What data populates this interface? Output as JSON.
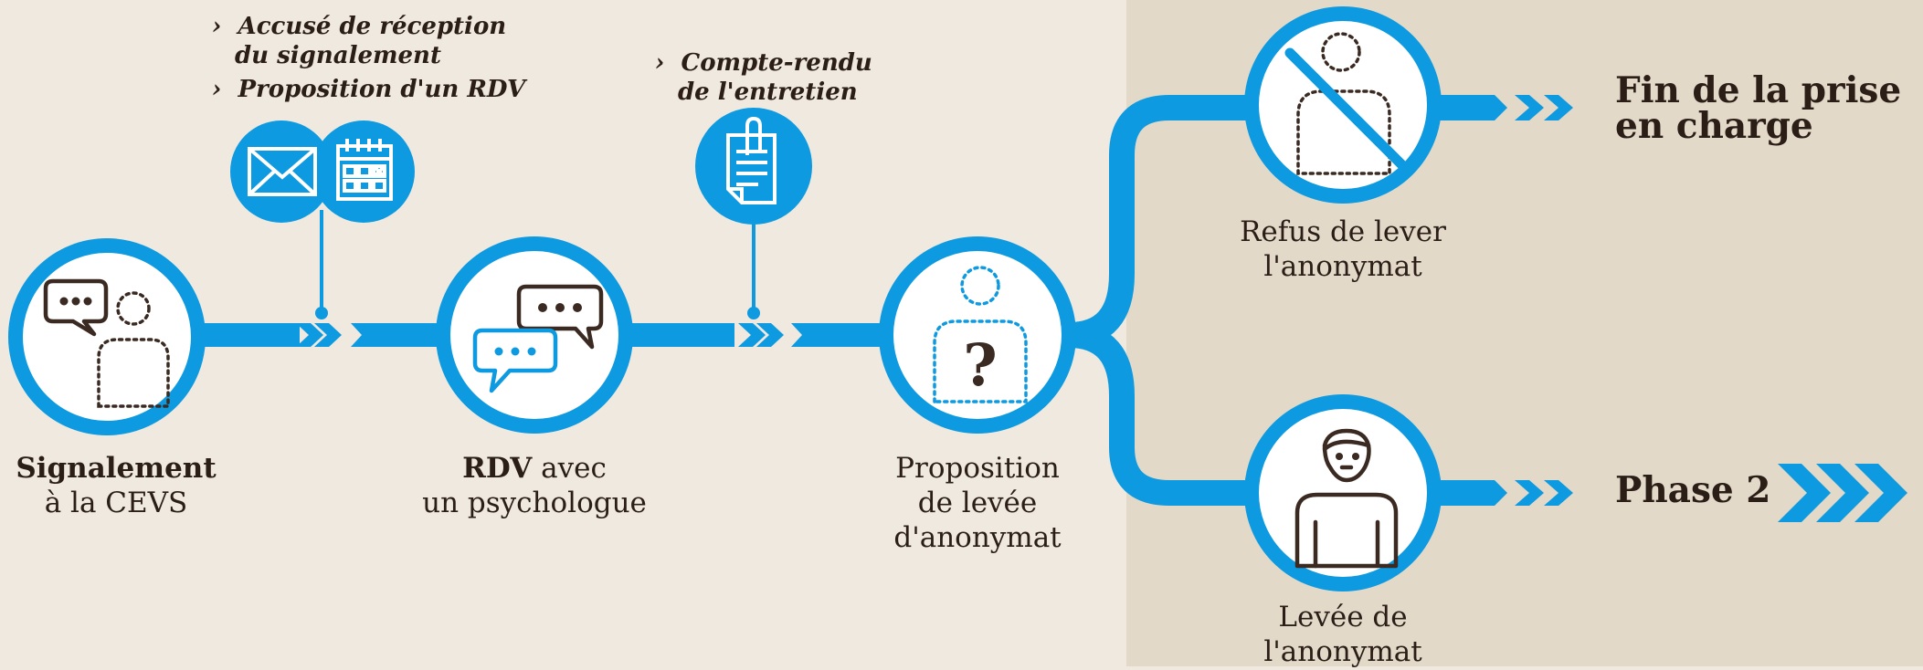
{
  "notes": {
    "n1": {
      "line1": "Accusé de réception",
      "line2": "du signalement"
    },
    "n2": "Proposition d'un RDV",
    "n3": {
      "line1": "Compte-rendu",
      "line2": "de l'entretien"
    }
  },
  "steps": {
    "signalement": {
      "bold": "Signalement",
      "rest": "à la CEVS"
    },
    "rdv": {
      "bold": "RDV",
      "after_bold": " avec",
      "line2": "un psychologue"
    },
    "proposition": {
      "line1": "Proposition",
      "line2": "de levée",
      "line3": "d'anonymat"
    },
    "refus": {
      "line1": "Refus de lever",
      "line2": "l'anonymat"
    },
    "levee": {
      "line1": "Levée de",
      "line2": "l'anonymat"
    }
  },
  "outcomes": {
    "fin": {
      "line1": "Fin de la prise",
      "line2": "en charge"
    },
    "phase2": "Phase 2"
  },
  "icons": {
    "signalement": "chat-bubble-person-icon",
    "rdv": "speech-bubbles-icon",
    "proposition": "anonymous-person-question-icon",
    "refus": "crossed-out-person-icon",
    "levee": "identified-person-icon",
    "mail": "envelope-icon",
    "calendar": "calendar-icon",
    "report": "document-clip-icon"
  },
  "question_mark": "?",
  "colors": {
    "accent": "#0d9ae0",
    "dark": "#3a2a22",
    "bg_left": "#efe9df",
    "bg_right": "#e3d9c9"
  }
}
